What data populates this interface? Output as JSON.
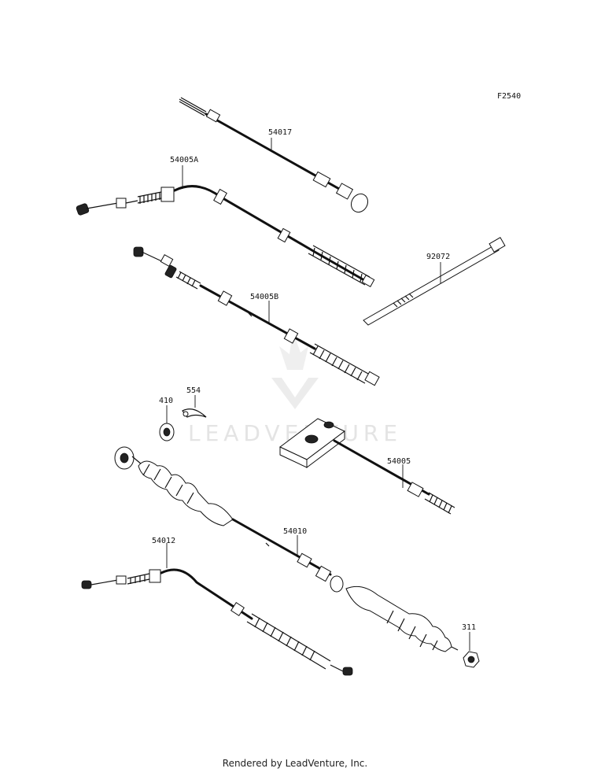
{
  "figure_code": "F2540",
  "watermark": "LEADVENTURE",
  "footer": "Rendered by LeadVenture, Inc.",
  "callouts": {
    "p54017": "54017",
    "p54005A": "54005A",
    "p92072": "92072",
    "p54005B": "54005B",
    "p554": "554",
    "p410": "410",
    "p54005": "54005",
    "p54010": "54010",
    "p54012": "54012",
    "p311": "311"
  }
}
